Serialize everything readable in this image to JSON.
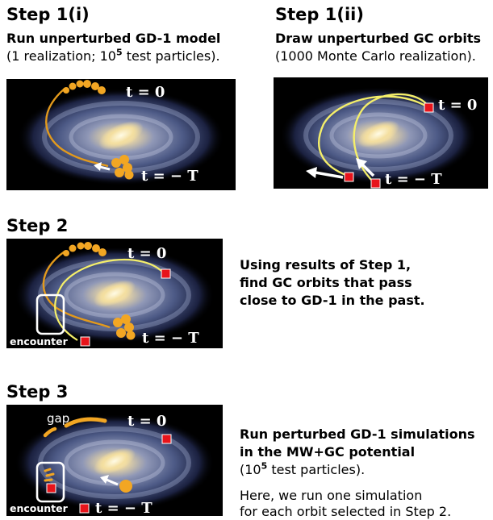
{
  "step1i": {
    "title": "Step 1(i)",
    "subtitle": "Run unperturbed GD-1 model",
    "note_pre": "(1 realization; 10",
    "note_sup": "5",
    "note_post": " test particles).",
    "t0": "t = 0",
    "tT": "t = − T"
  },
  "step1ii": {
    "title": "Step 1(ii)",
    "subtitle": "Draw unperturbed GC orbits",
    "note": "(1000 Monte Carlo realization).",
    "t0": "t = 0",
    "tT": "t = − T"
  },
  "step2": {
    "title": "Step 2",
    "desc": [
      "Using results of Step 1,",
      "find GC orbits that pass",
      "close to GD-1 in the past."
    ],
    "t0": "t = 0",
    "tT": "t = − T",
    "encounter": "encounter"
  },
  "step3": {
    "title": "Step 3",
    "desc_bold": [
      "Run perturbed GD-1 simulations",
      "in the MW+GC potential"
    ],
    "desc_pre": "(10",
    "desc_sup": "5",
    "desc_post": " test particles).",
    "desc_more": [
      "Here, we run one simulation",
      "for each orbit selected in Step 2."
    ],
    "t0": "t = 0",
    "tT": "t = − T",
    "encounter": "encounter",
    "gap": "gap"
  },
  "colors": {
    "stream": "#f2a623",
    "stream_orbit": "#e39a1c",
    "gc_orbit": "#f5ef6a",
    "gc_marker": "#e8141b",
    "box": "#ffffff",
    "arrow": "#ffffff"
  }
}
